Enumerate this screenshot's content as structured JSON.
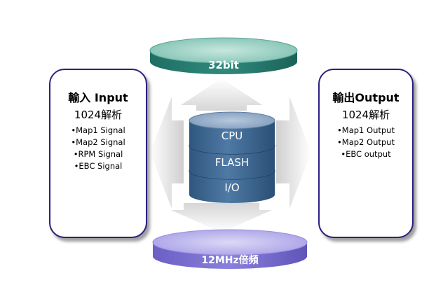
{
  "top_label": "32bit",
  "bottom_label": "12MHz倍頻",
  "cylinder_layers": [
    "CPU",
    "FLASH",
    "I/O"
  ],
  "input_panel": {
    "title": "輸入 Input",
    "subtitle": "1024解析",
    "items": [
      "•Map1 Signal",
      "•Map2 Signal",
      "•RPM Signal",
      "•EBC Signal"
    ]
  },
  "output_panel": {
    "title": "輸出Output",
    "subtitle": "1024解析",
    "items": [
      "•Map1 Output",
      "•Map2 Output",
      "•EBC output"
    ]
  },
  "colors": {
    "top_disc": "#2a7f72",
    "bottom_disc": "#7b70d4",
    "cylinder": "#3d6590",
    "panel_border": "#2a2080",
    "arrows": "#d2d2d2"
  }
}
